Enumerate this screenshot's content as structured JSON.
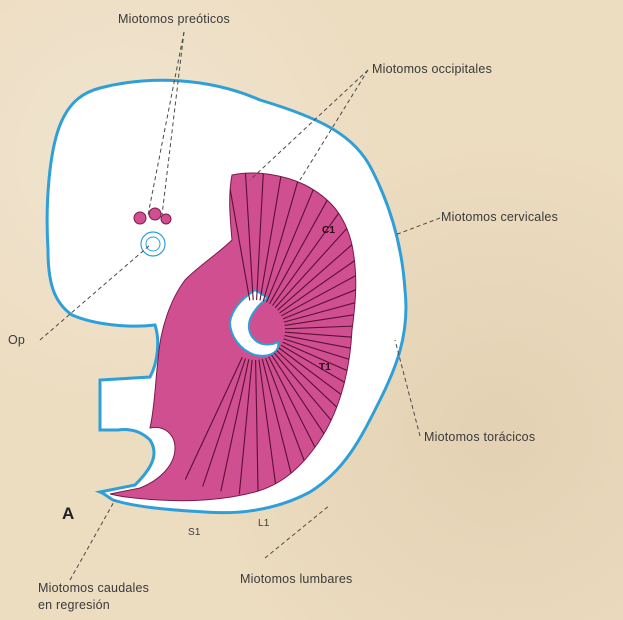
{
  "panel_letter": "A",
  "labels": {
    "preoticos": "Miotomos preóticos",
    "occipitales": "Miotomos occipitales",
    "cervicales": "Miotomos cervicales",
    "op": "Op",
    "toracicos": "Miotomos torácicos",
    "lumbares": "Miotomos lumbares",
    "caudales_line1": "Miotomos caudales",
    "caudales_line2": "en regresión",
    "t1": "T1",
    "l1": "L1",
    "s1": "S1",
    "c1": "C1"
  },
  "colors": {
    "background": "#ecdcc0",
    "outline": "#2f9fd8",
    "myotome_fill": "#cf4f90",
    "myotome_line": "#5a1034",
    "leader": "#4a4a4a"
  }
}
